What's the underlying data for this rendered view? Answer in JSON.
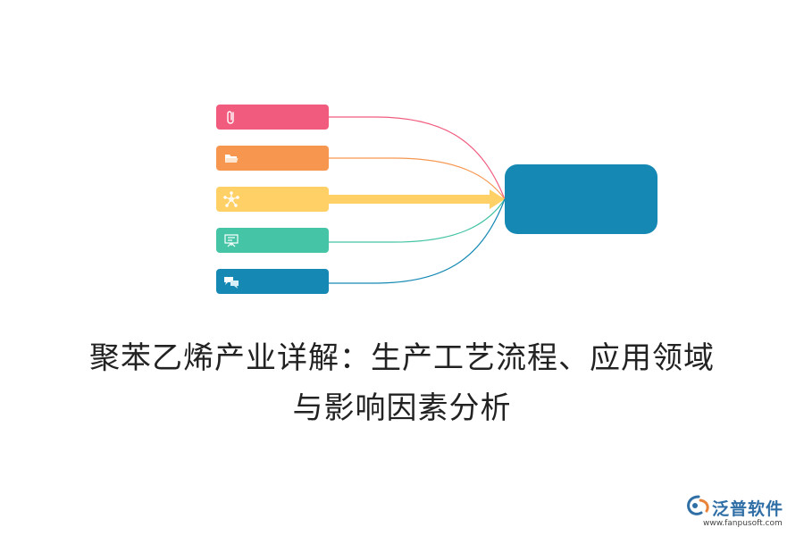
{
  "colors": {
    "item_0": "#f15c7e",
    "item_1": "#f7964f",
    "item_2": "#ffd066",
    "item_3": "#45c4a6",
    "item_4": "#1589b4",
    "hub": "#1589b4"
  },
  "diagram": {
    "items": [
      {
        "icon": "paperclip-icon",
        "label": ""
      },
      {
        "icon": "folder-icon",
        "label": ""
      },
      {
        "icon": "network-icon",
        "label": ""
      },
      {
        "icon": "presentation-board-icon",
        "label": ""
      },
      {
        "icon": "chat-bubbles-icon",
        "label": ""
      }
    ],
    "hub_label": ""
  },
  "title": {
    "line1": "聚苯乙烯产业详解：生产工艺流程、应用领域",
    "line2": "与影响因素分析"
  },
  "watermark": {
    "name": "泛普软件",
    "url": "www.fanpusoft.com"
  }
}
